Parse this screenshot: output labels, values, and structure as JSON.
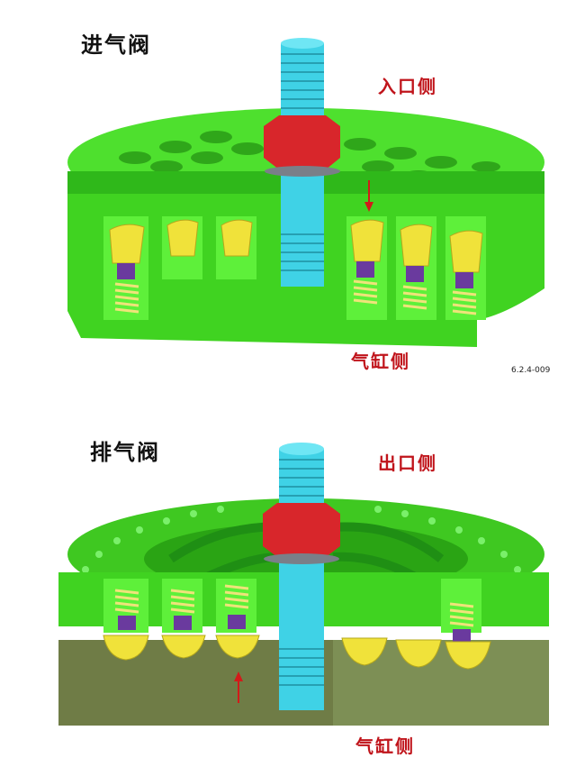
{
  "top_panel": {
    "title": "进气阀",
    "inlet_label": "入口侧",
    "cylinder_label": "气缸侧",
    "figure_code": "6.2.4-009"
  },
  "bottom_panel": {
    "title": "排气阀",
    "outlet_label": "出口侧",
    "cylinder_label": "气缸侧"
  },
  "colors": {
    "body_light": "#5ef03a",
    "body_mid": "#37c81f",
    "body_dark": "#1f8f14",
    "bolt": "#3fd2e6",
    "nut": "#d8262b",
    "plate": "#f0e23a",
    "spring": "#efe37a",
    "retainer": "#6a3a9e",
    "arrow": "#d31a1a",
    "seat_olive": "#6f7c46"
  }
}
